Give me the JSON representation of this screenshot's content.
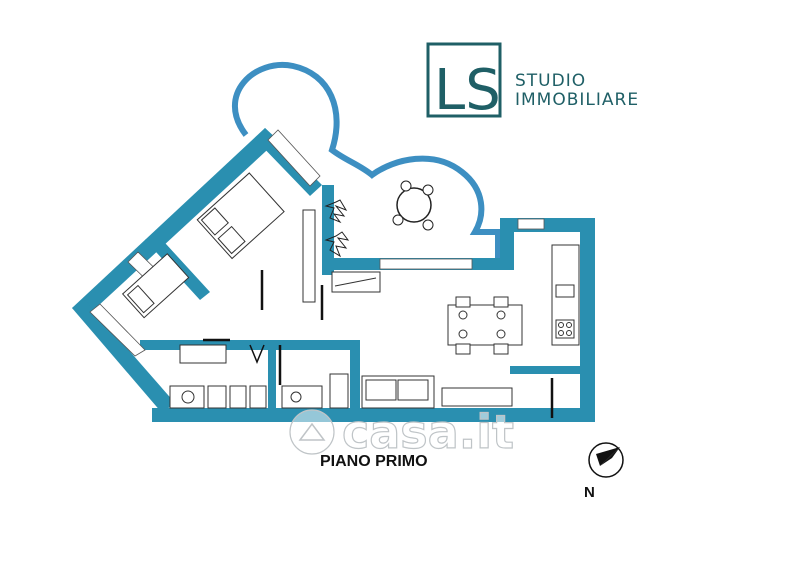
{
  "brand": {
    "logo_mark": "LS",
    "name_line1": "STUDIO",
    "name_line2": "IMMOBILIARE",
    "color": "#1f5f66"
  },
  "plan": {
    "floor_label": "PIANO PRIMO",
    "north_label": "N",
    "wall_color": "#2a8fb0",
    "terrace_outline_color": "#3d8fc2"
  },
  "watermark": {
    "text": "casa.it"
  }
}
